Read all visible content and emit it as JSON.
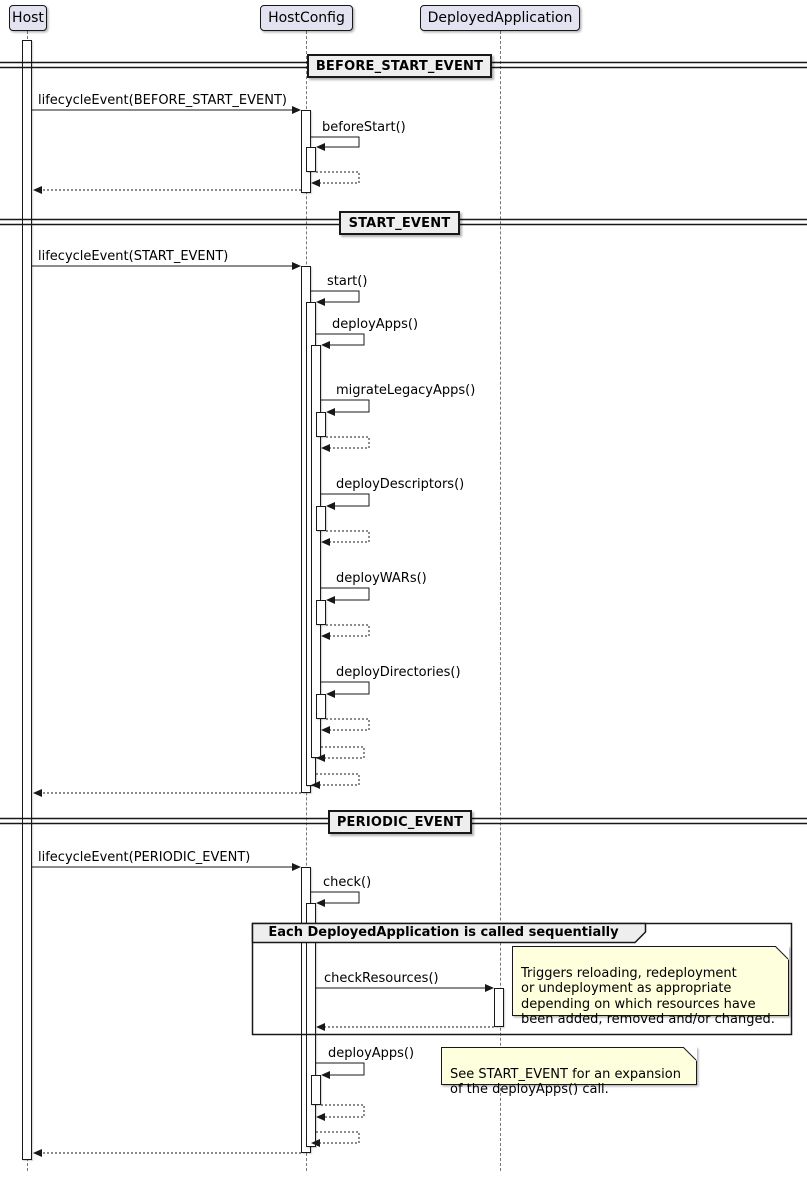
{
  "diagram_type": "uml-sequence-diagram",
  "participants": {
    "host": "Host",
    "host_config": "HostConfig",
    "deployed_application": "DeployedApplication"
  },
  "dividers": {
    "before_start": "BEFORE_START_EVENT",
    "start": "START_EVENT",
    "periodic": "PERIODIC_EVENT"
  },
  "messages": {
    "lifecycle_before_start": "lifecycleEvent(BEFORE_START_EVENT)",
    "before_start": "beforeStart()",
    "lifecycle_start": "lifecycleEvent(START_EVENT)",
    "start": "start()",
    "deploy_apps": "deployApps()",
    "migrate_legacy_apps": "migrateLegacyApps()",
    "deploy_descriptors": "deployDescriptors()",
    "deploy_wars": "deployWARs()",
    "deploy_directories": "deployDirectories()",
    "lifecycle_periodic": "lifecycleEvent(PERIODIC_EVENT)",
    "check": "check()",
    "check_resources": "checkResources()",
    "deploy_apps_periodic": "deployApps()"
  },
  "group": {
    "label": "Each DeployedApplication is called sequentially"
  },
  "notes": {
    "check_resources_note": "Triggers reloading, redeployment\nor undeployment as appropriate\ndepending on which resources have\nbeen added, removed and/or changed.",
    "deploy_apps_note": "See START_EVENT for an expansion\nof the deployApps() call."
  },
  "colors": {
    "participant_fill": "#E2E2F0",
    "participant_border": "#181818",
    "divider_fill": "#EEEEEE",
    "group_header_fill": "#EEEEEE",
    "note_fill": "#FEFFDD",
    "line": "#181818",
    "lifeline": "#777777",
    "background": "#FFFFFF"
  }
}
